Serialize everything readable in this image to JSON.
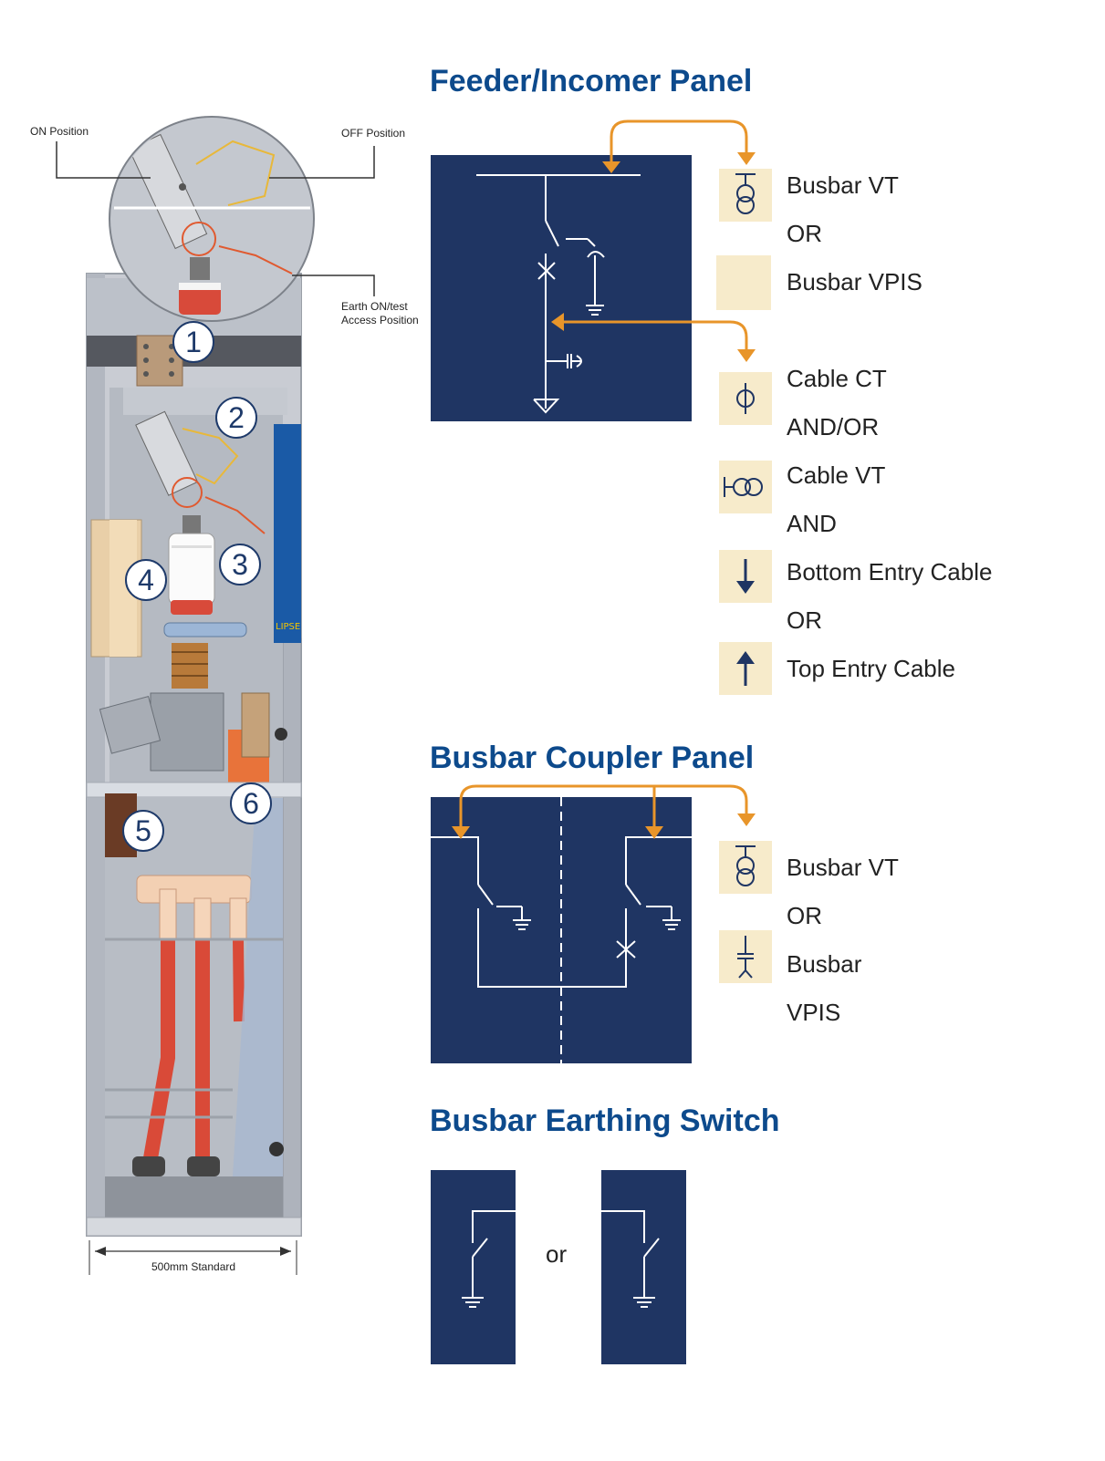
{
  "headings": {
    "feeder": "Feeder/Incomer Panel",
    "coupler": "Busbar Coupler Panel",
    "earthing": "Busbar Earthing Switch"
  },
  "cutaway": {
    "on_position": "ON Position",
    "off_position": "OFF Position",
    "earth_line1": "Earth ON/test",
    "earth_line2": "Access Position",
    "width_label": "500mm Standard",
    "side_text": "LIPSE",
    "badges": [
      "1",
      "2",
      "3",
      "4",
      "5",
      "6"
    ]
  },
  "feeder_legend": {
    "busbar_vt": "Busbar VT",
    "or1": "OR",
    "busbar_vpis": "Busbar VPIS",
    "cable_ct": "Cable CT",
    "and_or": "AND/OR",
    "cable_vt": "Cable VT",
    "and": "AND",
    "bottom_entry": "Bottom Entry Cable",
    "or2": "OR",
    "top_entry": "Top Entry Cable"
  },
  "coupler_legend": {
    "busbar_vt": "Busbar VT",
    "or": "OR",
    "busbar": "Busbar",
    "vpis": "VPIS"
  },
  "earthing": {
    "or": "or"
  },
  "colors": {
    "heading": "#0d4a8c",
    "panel": "#1f3563",
    "icon_bg": "#f7ebcb",
    "arrow": "#e8952a"
  }
}
